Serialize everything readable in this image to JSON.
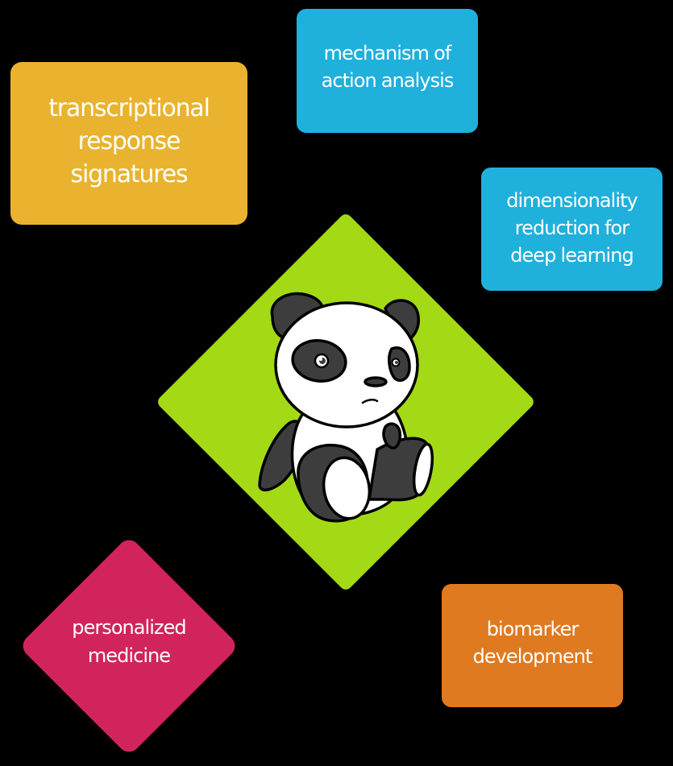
{
  "diagram": {
    "background_color": "#000000",
    "center": {
      "shape": "diamond",
      "color": "#a4d916",
      "icon": "panda-mascot-icon"
    },
    "topics": [
      {
        "id": "transcriptional",
        "label": "transcriptional\nresponse\nsignatures",
        "shape": "rounded-rectangle",
        "color": "#e9b32f"
      },
      {
        "id": "mechanism",
        "label": "mechanism of\naction analysis",
        "shape": "rounded-rectangle",
        "color": "#20b0dc"
      },
      {
        "id": "dimensionality",
        "label": "dimensionality\nreduction for\ndeep learning",
        "shape": "rounded-rectangle",
        "color": "#20b0dc"
      },
      {
        "id": "personalized",
        "label": "personalized\nmedicine",
        "shape": "diamond",
        "color": "#d1245c"
      },
      {
        "id": "biomarker",
        "label": "biomarker\ndevelopment",
        "shape": "rounded-rectangle",
        "color": "#e07a20"
      }
    ]
  }
}
